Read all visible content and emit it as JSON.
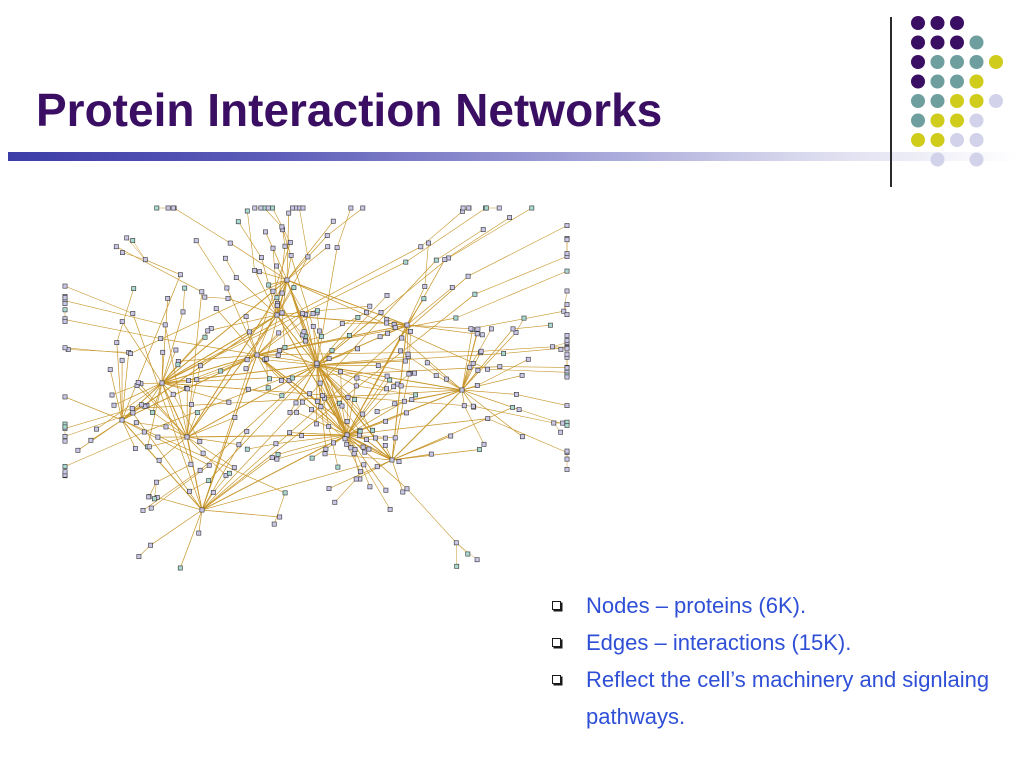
{
  "slide": {
    "title": "Protein Interaction Networks",
    "bullets": [
      {
        "text": "Nodes – proteins (6K)."
      },
      {
        "text": "Edges – interactions (15K)."
      },
      {
        "text": "Reflect the cell’s machinery and signlaing pathways."
      }
    ],
    "figure": "protein-interaction-network"
  },
  "colors": {
    "title": "#3a0e62",
    "bullet_text": "#2e4fd6",
    "edge": "#c8962a",
    "node_fill": "#c9c6e6",
    "node_fill_alt": "#a8d8d0",
    "dot_purple": "#3a0e62",
    "dot_teal": "#6e9e9e",
    "dot_yellow": "#d0cc1c",
    "dot_lavender": "#d2d2ea"
  },
  "decor": {
    "dot_grid": [
      [
        "purple",
        "purple",
        "purple",
        null,
        null
      ],
      [
        "purple",
        "purple",
        "purple",
        "teal",
        null
      ],
      [
        "purple",
        "teal",
        "teal",
        "teal",
        "yellow"
      ],
      [
        "purple",
        "teal",
        "teal",
        "yellow",
        null
      ],
      [
        "teal",
        "teal",
        "yellow",
        "yellow",
        "lavender"
      ],
      [
        "teal",
        "yellow",
        "yellow",
        "lavender",
        null
      ],
      [
        "yellow",
        "yellow",
        "lavender",
        "lavender",
        null
      ],
      [
        null,
        "lavender",
        null,
        "lavender",
        null
      ]
    ]
  }
}
